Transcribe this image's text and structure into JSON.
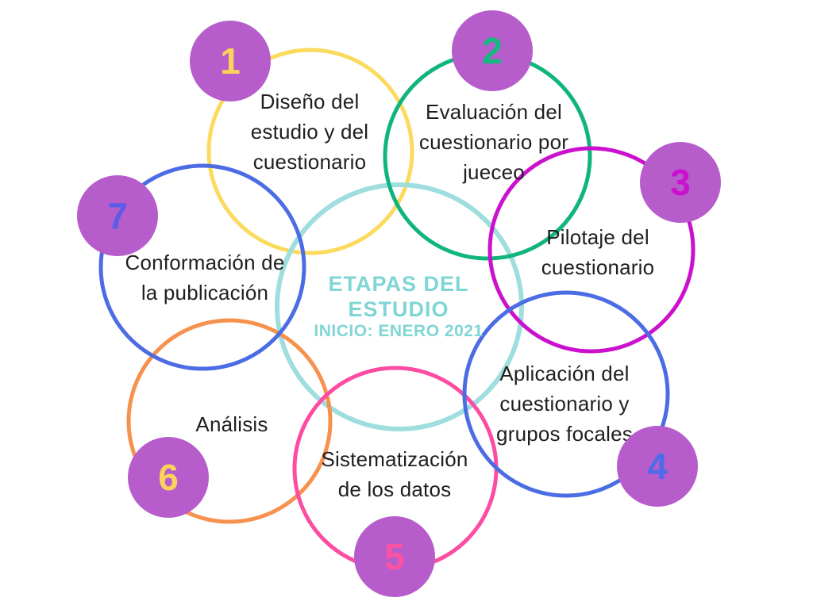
{
  "background_color": "#ffffff",
  "badge": {
    "fill": "#b65dcb"
  },
  "center": {
    "title": "ETAPAS DEL\nESTUDIO",
    "subtitle": "INICIO: ENERO 2021",
    "ring_color": "#9fdede",
    "title_color": "#7fd6d4"
  },
  "stages": [
    {
      "number": "1",
      "label": "Diseño del\nestudio y del\ncuestionario",
      "ring_color": "#fbda5e",
      "number_color": "#fbd35b"
    },
    {
      "number": "2",
      "label": "Evaluación del\ncuestionario por\njueceo",
      "ring_color": "#10b57b",
      "number_color": "#13ba7d"
    },
    {
      "number": "3",
      "label": "Pilotaje del\ncuestionario",
      "ring_color": "#cb11ce",
      "number_color": "#cb11ce"
    },
    {
      "number": "4",
      "label": "Aplicación del\ncuestionario y\ngrupos focales",
      "ring_color": "#4c6ce4",
      "number_color": "#4c6ce8"
    },
    {
      "number": "5",
      "label": "Sistematización\nde los datos",
      "ring_color": "#fc4da2",
      "number_color": "#fb53a2"
    },
    {
      "number": "6",
      "label": "Análisis",
      "ring_color": "#f6914e",
      "number_color": "#fbd35b"
    },
    {
      "number": "7",
      "label": "Conformación de\nla publicación",
      "ring_color": "#4c6ce4",
      "number_color": "#5b5ce8"
    }
  ]
}
